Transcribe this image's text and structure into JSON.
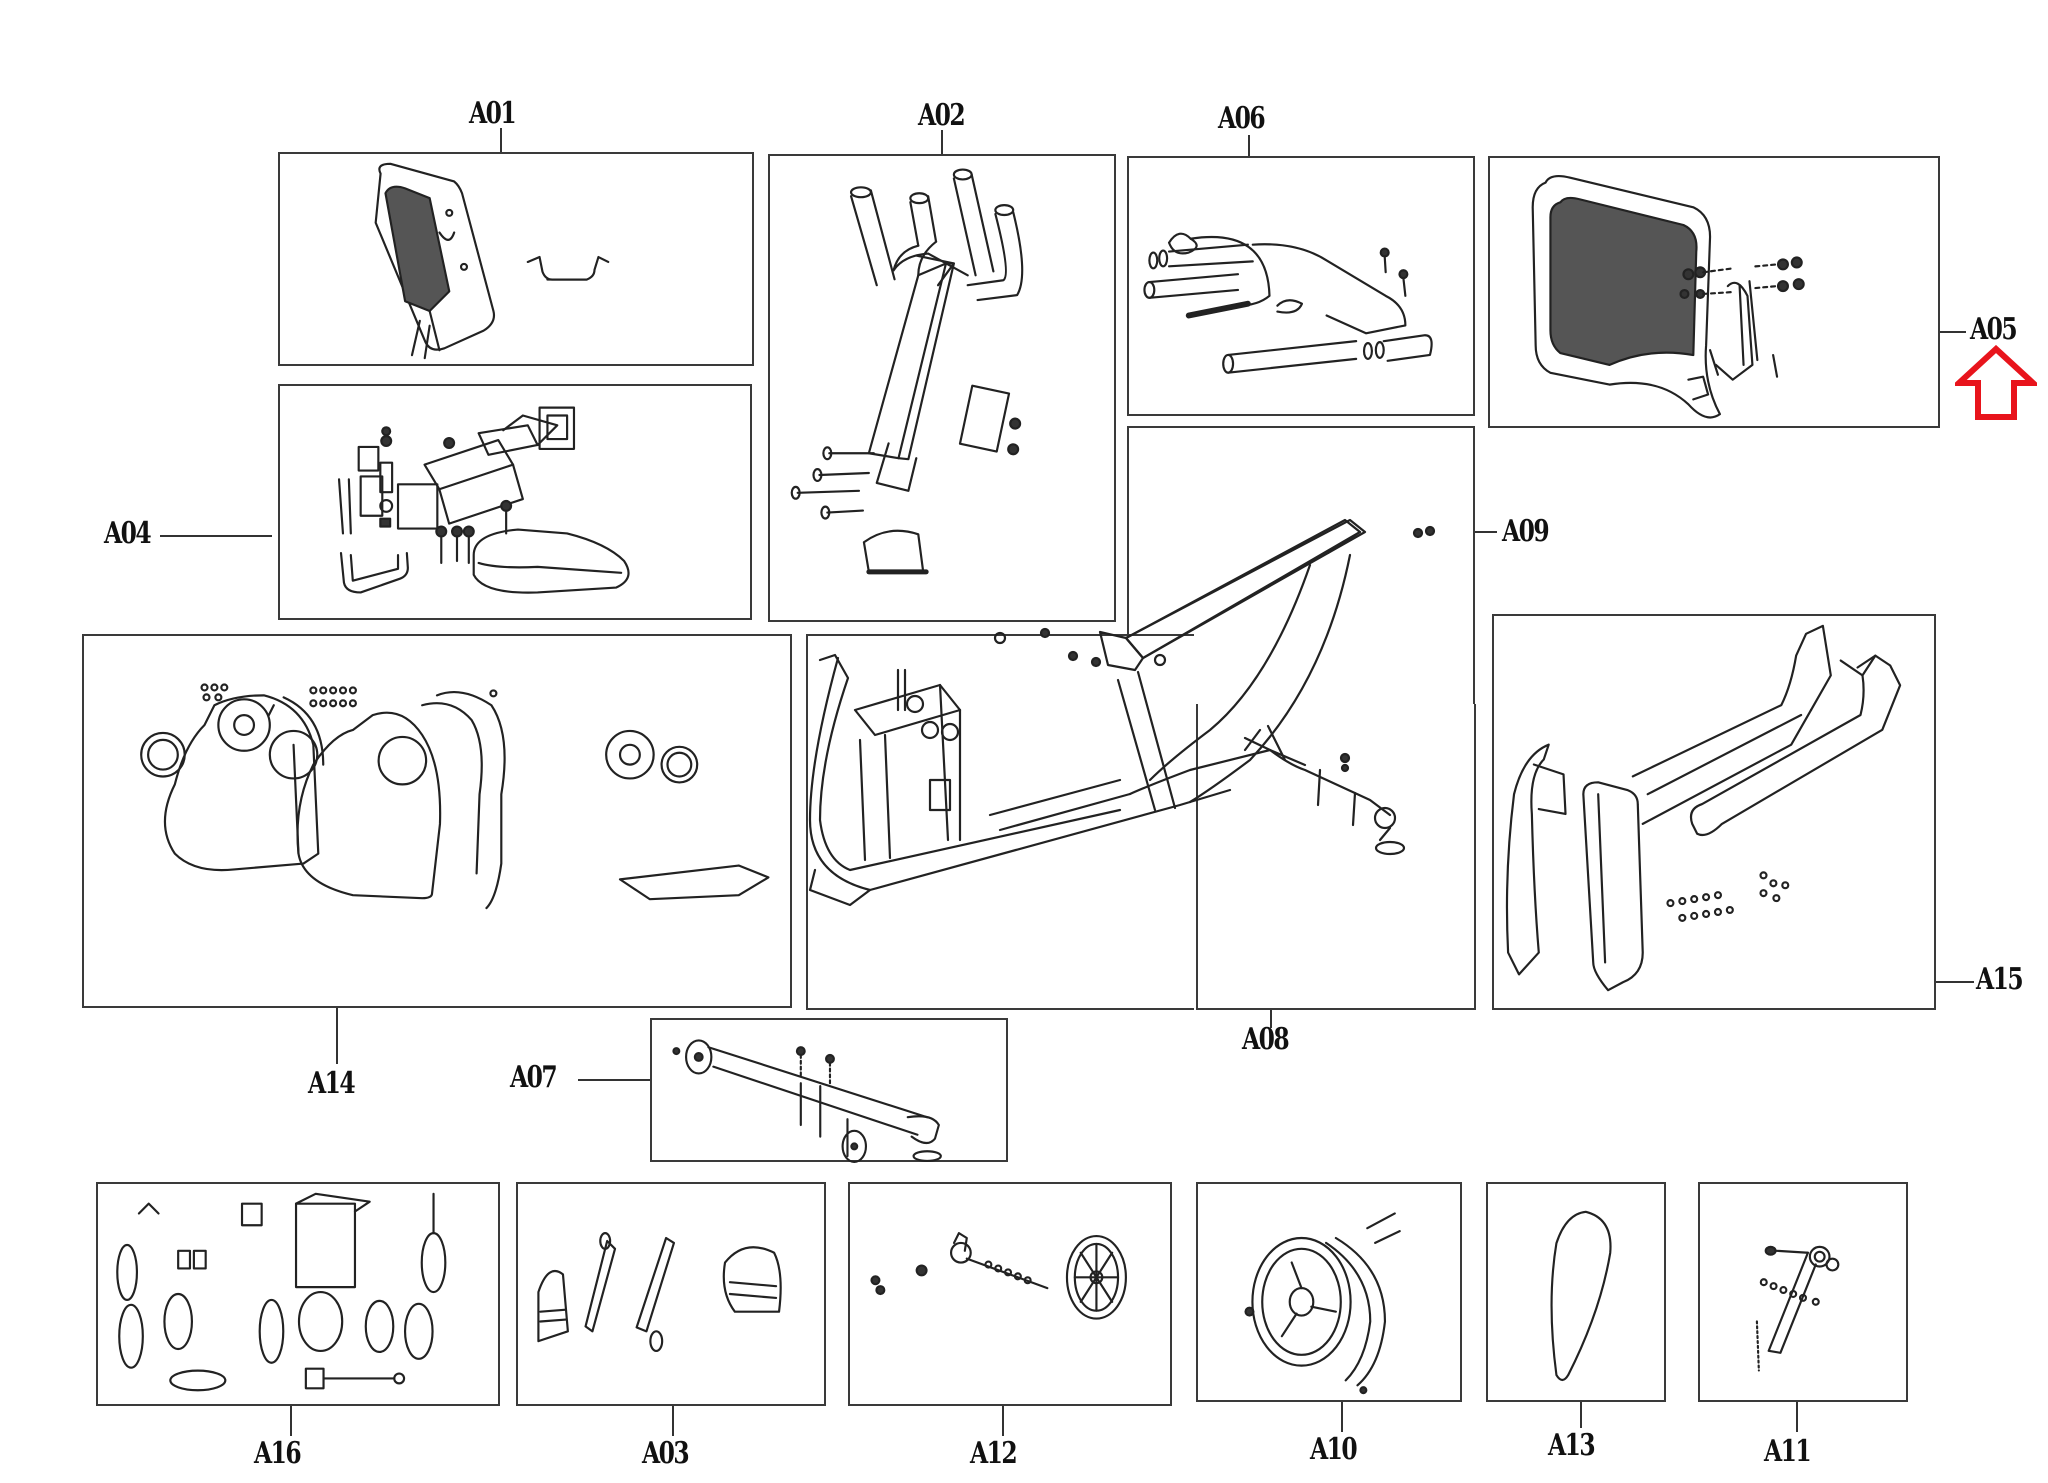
{
  "diagram": {
    "type": "exploded-parts-diagram",
    "highlight": {
      "part": "A05",
      "indicator": "up-arrow",
      "color": "#e8141c"
    },
    "parts": [
      {
        "id": "A01",
        "label": "A01",
        "content": "console with mesh panel and wire bracket"
      },
      {
        "id": "A02",
        "label": "A02",
        "content": "handlebar post with bolts and cover"
      },
      {
        "id": "A03",
        "label": "A03",
        "content": "pedals and crank arms"
      },
      {
        "id": "A04",
        "label": "A04",
        "content": "seat slider assembly with seat cushion"
      },
      {
        "id": "A05",
        "label": "A05",
        "content": "mesh backrest with bracket and hardware"
      },
      {
        "id": "A06",
        "label": "A06",
        "content": "side handlebar with grips and pulse sensors"
      },
      {
        "id": "A07",
        "label": "A07",
        "content": "front stabilizer with wheels"
      },
      {
        "id": "A08",
        "label": "A08",
        "content": "main frame base"
      },
      {
        "id": "A09",
        "label": "A09",
        "content": "upper frame tube"
      },
      {
        "id": "A10",
        "label": "A10",
        "content": "flywheel with magnet"
      },
      {
        "id": "A11",
        "label": "A11",
        "content": "idler bracket with spring"
      },
      {
        "id": "A12",
        "label": "A12",
        "content": "crank axle and pulley"
      },
      {
        "id": "A13",
        "label": "A13",
        "content": "drive belt"
      },
      {
        "id": "A14",
        "label": "A14",
        "content": "side covers and round caps"
      },
      {
        "id": "A15",
        "label": "A15",
        "content": "rail covers and screws"
      },
      {
        "id": "A16",
        "label": "A16",
        "content": "cables, motor, power adapter and sensors"
      }
    ]
  }
}
